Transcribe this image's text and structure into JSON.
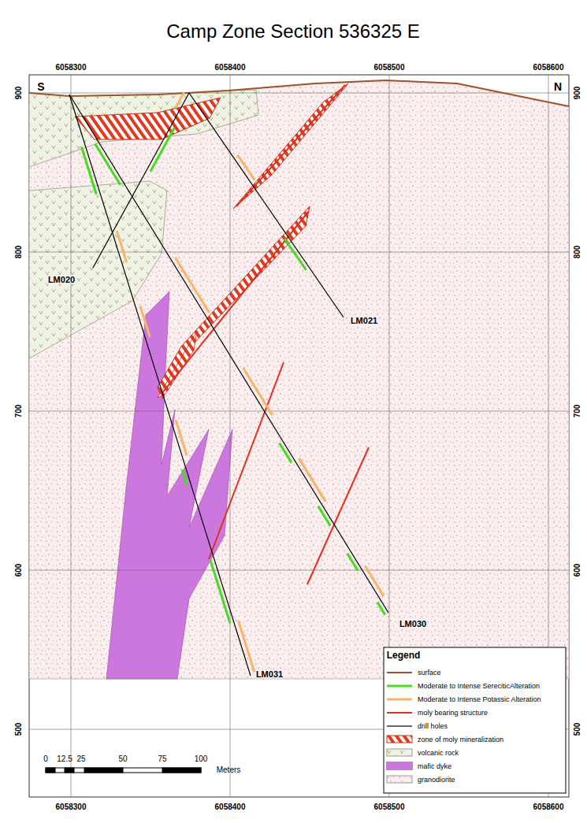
{
  "diagram": {
    "title": "Camp Zone Section 536325 E",
    "labels": [
      "S",
      "N",
      "6058300",
      "6058400",
      "6058500",
      "6058600",
      "6058300",
      "6058400",
      "6058500",
      "6058600",
      "900",
      "800",
      "700",
      "600",
      "500",
      "900",
      "800",
      "700",
      "600",
      "500",
      "LM020",
      "LM021",
      "LM030",
      "LM031",
      "Legend",
      "0",
      "12.5",
      "25",
      "50",
      "75",
      "100",
      "Meters"
    ],
    "legend": [
      {
        "text": "surface"
      },
      {
        "text": "Moderate to Intense SereciticAlteration"
      },
      {
        "text": "Moderate to Intense Potassic Alteration"
      },
      {
        "text": "moly bearing structure"
      },
      {
        "text": "drill holes"
      },
      {
        "text": "zone of moly mineralization"
      },
      {
        "text": "volcanic rock"
      },
      {
        "text": "mafic dyke",
        "color": "#cc77dd"
      },
      {
        "text": "granodiorite"
      }
    ]
  }
}
